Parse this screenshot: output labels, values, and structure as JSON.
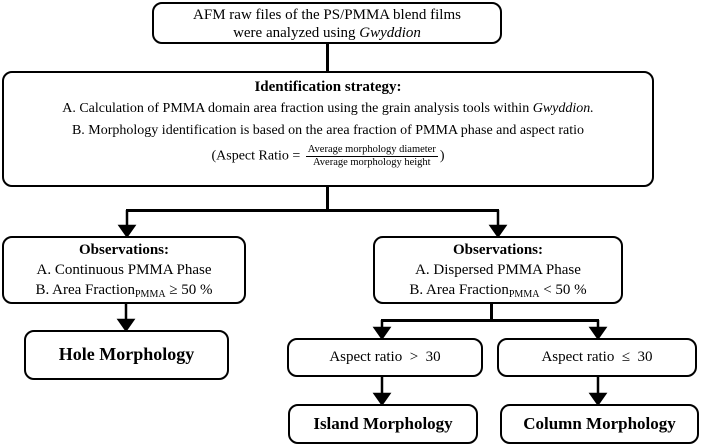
{
  "top": {
    "line1": "AFM raw files of the PS/PMMA blend films",
    "line2_prefix": "were analyzed using ",
    "line2_em": "Gwyddion"
  },
  "strategy": {
    "title": "Identification strategy:",
    "a_prefix": "A. Calculation of PMMA domain area fraction using the grain analysis tools within ",
    "a_em": "Gwyddion.",
    "b": "B.  Morphology  identification is based on the area fraction of PMMA phase and aspect ratio",
    "ratio_open": "(Aspect Ratio  =  ",
    "ratio_num": "Average morphology diameter",
    "ratio_den": "Average morphology height",
    "ratio_close": ")"
  },
  "obs_left": {
    "title": "Observations:",
    "a": "A. Continuous PMMA Phase",
    "b_prefix": "B. Area Fraction",
    "b_sub": "PMMA",
    "b_suffix": " ≥ 50 %"
  },
  "obs_right": {
    "title": "Observations:",
    "a": "A. Dispersed PMMA Phase",
    "b_prefix": "B. Area Fraction",
    "b_sub": "PMMA",
    "b_suffix": " < 50 %"
  },
  "hole": "Hole Morphology",
  "ar_gt": "Aspect ratio  >  30",
  "ar_le": "Aspect ratio  ≤  30",
  "island": "Island Morphology",
  "column": "Column Morphology"
}
